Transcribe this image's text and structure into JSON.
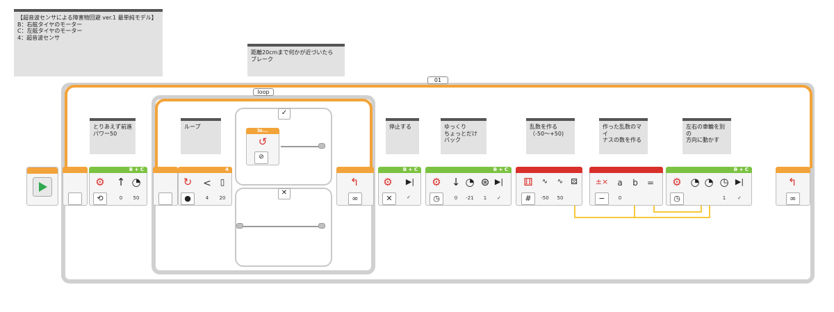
{
  "comments": {
    "header": "【超音波センサによる障害物回避 ver.1 最単純モデル】\nB：右舷タイヤのモーター\nC：左舷タイヤのモーター\n4：超音波センサ",
    "brake_note": "距離20cmまで何かが近づいたら\nブレーク",
    "forward": "とりあえず前進\nパワー50",
    "loop_note": "ループ",
    "stop": "停止する",
    "slow_back": "ゆっくり\nちょっとだけ\nバック",
    "random": "乱数を作る\n（-50〜+50)",
    "negate": "作った乱数のマイ\nナスの数を作る",
    "steer": "左右の車輪を別の\n方向に動かす"
  },
  "loops": {
    "outer_name": "01",
    "inner_name": "loop",
    "inner_block_label": "lo...",
    "inner_port": "4"
  },
  "blocks": {
    "forward_block": {
      "ports": "B + C",
      "steering": "0",
      "power": "50"
    },
    "loop_condition": {
      "port": "4",
      "symbol": "<",
      "threshold": "20"
    },
    "stop_block": {
      "ports": "B + C"
    },
    "back_block": {
      "ports": "B + C",
      "steering": "0",
      "power": "-21",
      "rotations": "1"
    },
    "random_block": {
      "min": "-50",
      "max": "50"
    },
    "math_block": {
      "a": "a",
      "b": "b",
      "eq": "=",
      "value": "0"
    },
    "tank_block": {
      "ports": "B + C",
      "rotations": "1"
    }
  },
  "switch": {
    "true_icon": "✓",
    "false_icon": "✕"
  },
  "colors": {
    "motor": "#7cc242",
    "flow": "#f2a33a",
    "data": "#d9302c",
    "wire": "#f7c83c"
  }
}
